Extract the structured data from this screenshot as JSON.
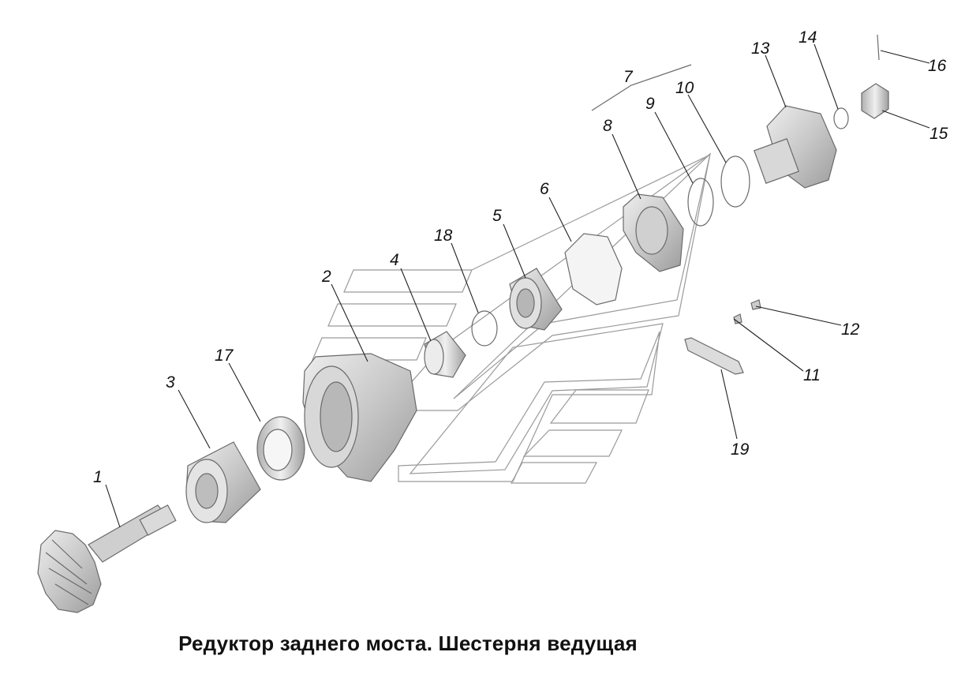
{
  "caption": "Редуктор заднего моста. Шестерня ведущая",
  "callouts": [
    "1",
    "2",
    "3",
    "4",
    "5",
    "6",
    "7",
    "8",
    "9",
    "10",
    "11",
    "12",
    "13",
    "14",
    "15",
    "16",
    "17",
    "18",
    "19"
  ],
  "colors": {
    "part_fill": "#d2d2d2",
    "part_dark": "#a8a8a8",
    "outline": "#9a9a9a",
    "text": "#111111"
  }
}
